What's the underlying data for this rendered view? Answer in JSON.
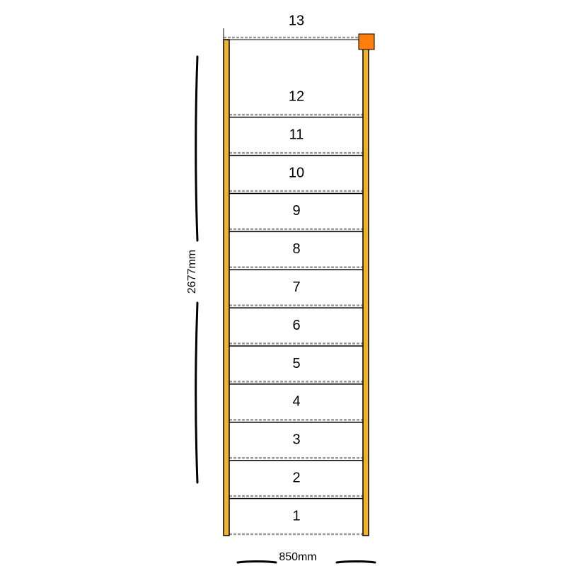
{
  "diagram": {
    "steps": [
      "1",
      "2",
      "3",
      "4",
      "5",
      "6",
      "7",
      "8",
      "9",
      "10",
      "11",
      "12",
      "13"
    ],
    "height_label": "2677mm",
    "width_label": "850mm"
  },
  "colors": {
    "stringer_fill": "#f0b429",
    "stringer_stroke": "#000000",
    "tread_line": "#000000",
    "nosing_dash": "#999999",
    "marker": "#ff7f0e"
  }
}
